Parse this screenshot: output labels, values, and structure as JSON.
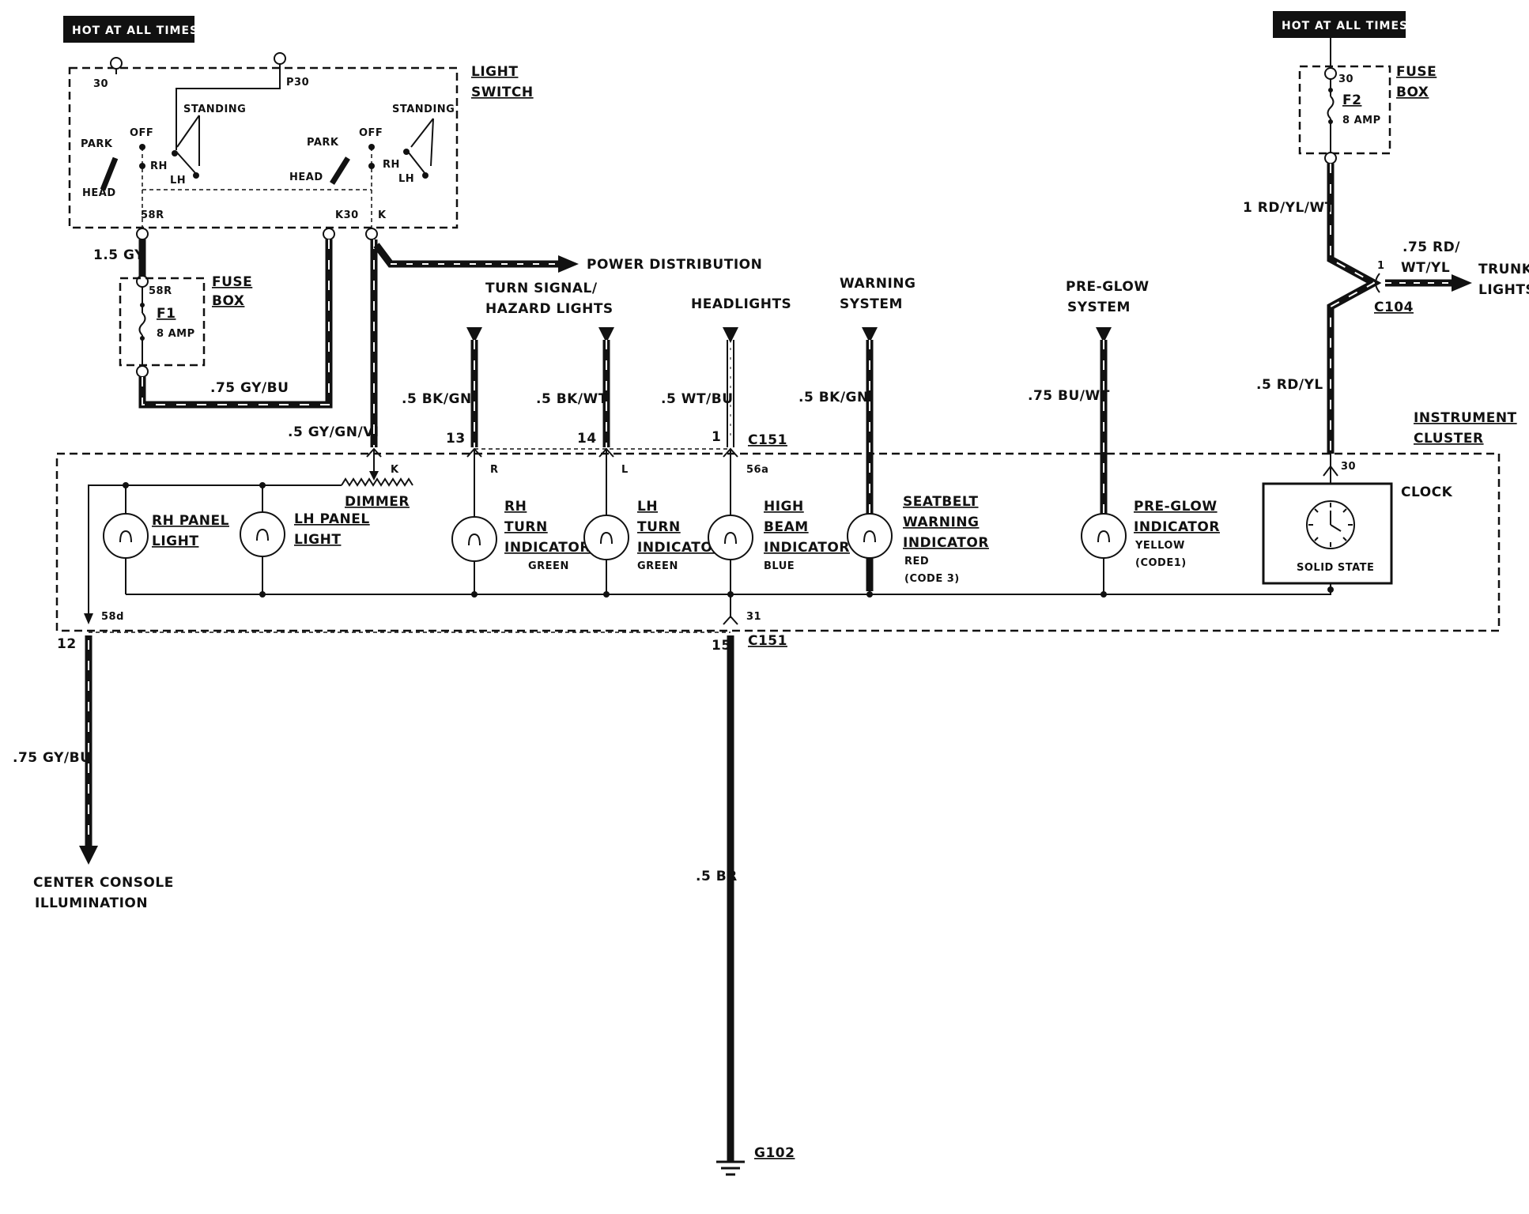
{
  "tags": {
    "hot_left": "HOT AT ALL TIMES",
    "hot_right": "HOT AT ALL TIMES"
  },
  "light_switch": {
    "title_1": "LIGHT",
    "title_2": "SWITCH",
    "pin_30": "30",
    "pin_p30": "P30",
    "standing_1": "STANDING",
    "standing_2": "STANDING",
    "park_1": "PARK",
    "park_2": "PARK",
    "off_1": "OFF",
    "off_2": "OFF",
    "head_1": "HEAD",
    "head_2": "HEAD",
    "rh_1": "RH",
    "rh_2": "RH",
    "lh_1": "LH",
    "lh_2": "LH",
    "pin_58r": "58R",
    "pin_k30": "K30",
    "pin_k": "K"
  },
  "fuse_f1": {
    "wire_in": "1.5 GY",
    "pin": "58R",
    "title_1": "FUSE",
    "title_2": "BOX",
    "name": "F1",
    "rating": "8 AMP",
    "wire_out": ".75 GY/BU"
  },
  "fuse_f2": {
    "pin": "30",
    "title_1": "FUSE",
    "title_2": "BOX",
    "name": "F2",
    "rating": "8 AMP"
  },
  "power_distribution": "POWER DISTRIBUTION",
  "right_feed": {
    "wire_1": "1 RD/YL/WT",
    "trunk_wire_1": ".75 RD/",
    "trunk_wire_2": "WT/YL",
    "trunk_1": "TRUNK",
    "trunk_2": "LIGHTS",
    "pin_1": "1",
    "connector": "C104",
    "wire_2": ".5 RD/YL"
  },
  "inputs": [
    {
      "title_1": "TURN SIGNAL/",
      "title_2": "HAZARD LIGHTS",
      "wire": ".5 BK/GN",
      "pin": "13"
    },
    {
      "title_1": "",
      "title_2": "",
      "wire": ".5 BK/WT",
      "pin": "14"
    },
    {
      "title_1": "HEADLIGHTS",
      "title_2": "",
      "wire": ".5 WT/BU",
      "pin": "1",
      "connector": "C151"
    },
    {
      "title_1": "WARNING",
      "title_2": "SYSTEM",
      "wire": ".5 BK/GN"
    },
    {
      "title_1": "PRE-GLOW",
      "title_2": "SYSTEM",
      "wire": ".75 BU/WT"
    }
  ],
  "dimmer": {
    "wire": ".5 GY/GN/VI",
    "pin": "K",
    "label": "DIMMER"
  },
  "cluster": {
    "title_1": "INSTRUMENT",
    "title_2": "CLUSTER",
    "clock": "CLOCK",
    "clock_type": "SOLID STATE",
    "clock_pin": "30",
    "rh_panel_1": "RH PANEL",
    "rh_panel_2": "LIGHT",
    "lh_panel_1": "LH PANEL",
    "lh_panel_2": "LIGHT",
    "rh_turn_1": "RH",
    "rh_turn_2": "TURN",
    "rh_turn_3": "INDICATOR",
    "rh_turn_color": "GREEN",
    "rh_pin": "R",
    "lh_turn_1": "LH",
    "lh_turn_2": "TURN",
    "lh_turn_3": "INDICATOR",
    "lh_turn_color": "GREEN",
    "lh_pin": "L",
    "high_1": "HIGH",
    "high_2": "BEAM",
    "high_3": "INDICATOR",
    "high_color": "BLUE",
    "high_pin": "56a",
    "seat_1": "SEATBELT",
    "seat_2": "WARNING",
    "seat_3": "INDICATOR",
    "seat_color": "RED",
    "seat_code": "(CODE 3)",
    "pre_1": "PRE-GLOW",
    "pre_2": "INDICATOR",
    "pre_color": "YELLOW",
    "pre_code": "(CODE1)",
    "pin_58d": "58d",
    "pin_31": "31"
  },
  "outputs": {
    "pin_12": "12",
    "console_wire": ".75 GY/BU",
    "console_1": "CENTER CONSOLE",
    "console_2": "ILLUMINATION",
    "pin_15": "15",
    "connector": "C151",
    "ground_wire": ".5 BR",
    "ground": "G102"
  }
}
